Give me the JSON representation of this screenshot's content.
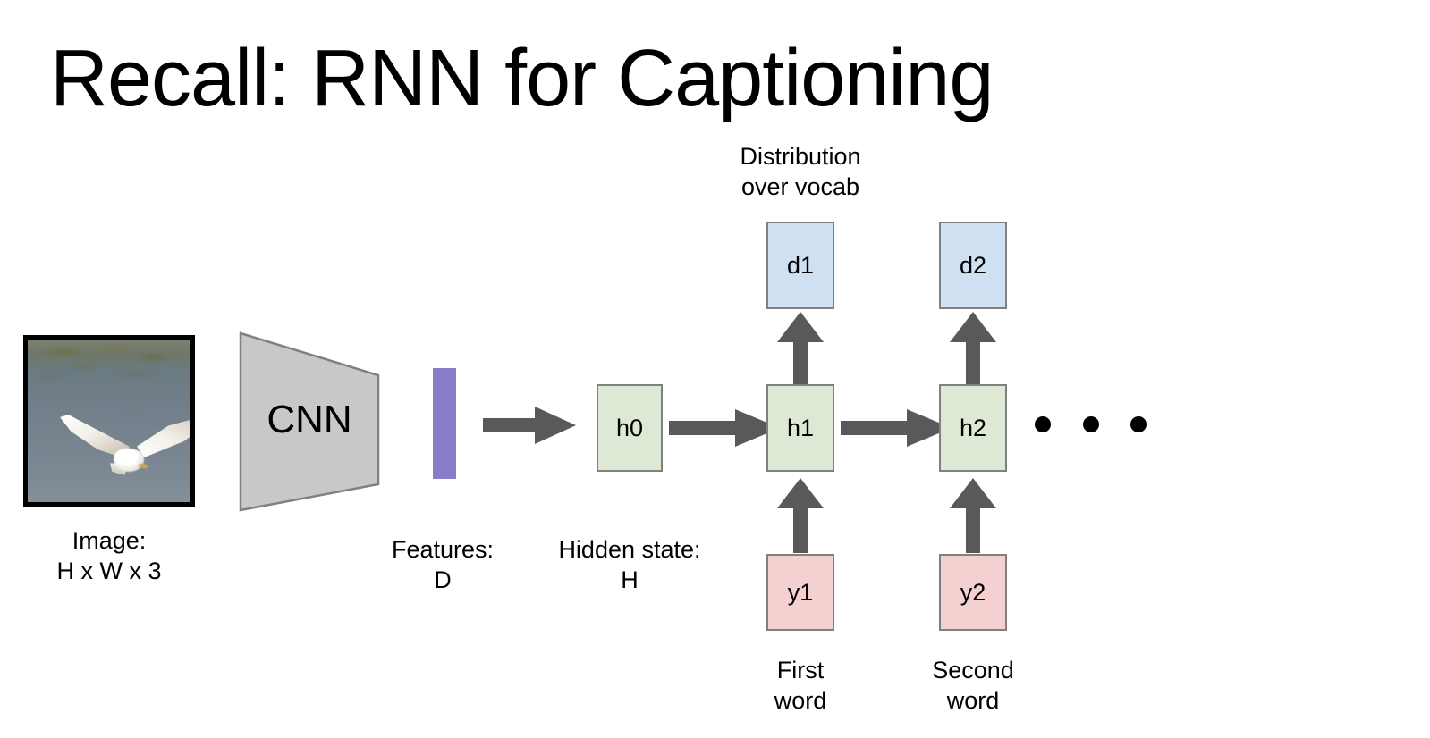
{
  "slide": {
    "title": "Recall: RNN for Captioning",
    "background_color": "#ffffff"
  },
  "colors": {
    "distribution_box": "#cfe0f3",
    "hidden_box": "#dde9d5",
    "word_box": "#f5d0d0",
    "box_border": "#808080",
    "arrow": "#595959",
    "cnn_fill": "#c8c8c8",
    "cnn_border": "#808080",
    "feature_bar": "#8a7cc8",
    "dot": "#000000",
    "text": "#000000"
  },
  "diagram": {
    "input": {
      "photo_alt": "seagull-flying-over-water",
      "caption": "Image:\nH x W x 3"
    },
    "cnn": {
      "label": "CNN"
    },
    "features": {
      "caption": "Features:\nD"
    },
    "hidden_state": {
      "caption": "Hidden state:\nH"
    },
    "distribution": {
      "caption": "Distribution\nover vocab"
    },
    "distribution_nodes": [
      {
        "label": "d1"
      },
      {
        "label": "d2"
      }
    ],
    "hidden_nodes": [
      {
        "label": "h0"
      },
      {
        "label": "h1"
      },
      {
        "label": "h2"
      }
    ],
    "word_nodes": [
      {
        "label": "y1",
        "caption": "First\nword"
      },
      {
        "label": "y2",
        "caption": "Second\nword"
      }
    ],
    "continuation": {
      "label": "ellipsis",
      "dots": 3
    }
  }
}
